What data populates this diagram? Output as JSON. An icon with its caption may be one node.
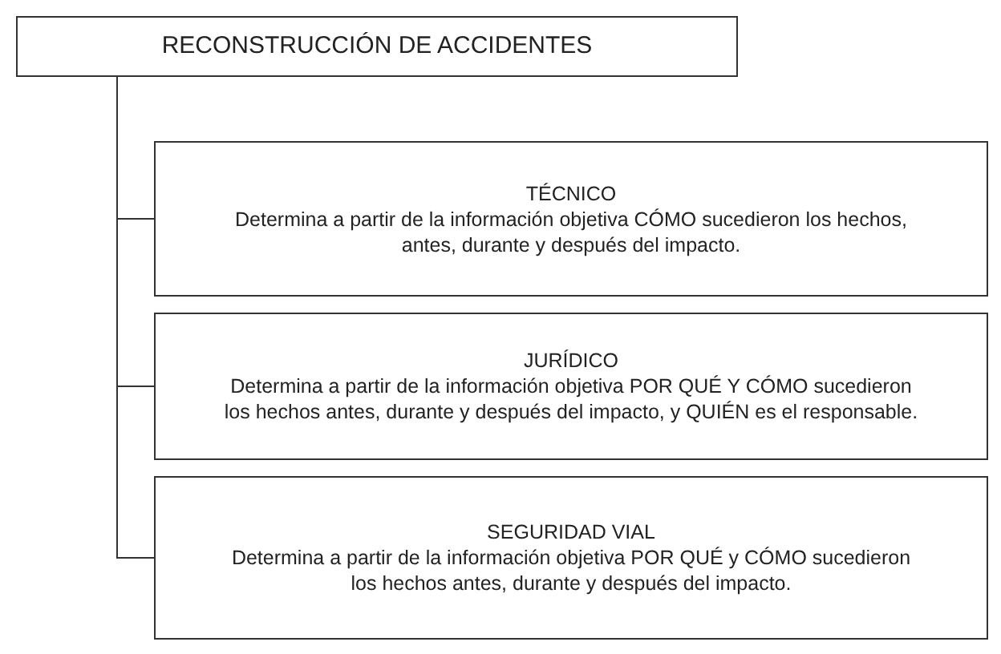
{
  "diagram": {
    "nodes": [
      {
        "text": [
          "RECONSTRUCCIÓN DE ACCIDENTES"
        ]
      },
      {
        "text": [
          "TÉCNICO",
          "Determina a partir de la información objetiva CÓMO sucedieron los hechos, antes, durante y después del impacto."
        ]
      },
      {
        "text": [
          "JURÍDICO",
          "Determina a partir de la información objetiva POR QUÉ Y CÓMO sucedieron los hechos antes, durante y después del impacto, y QUIÉN es el responsable."
        ]
      },
      {
        "text": [
          "SEGURIDAD VIAL",
          "Determina a partir de la información objetiva POR QUÉ y CÓMO sucedieron los hechos antes, durante y después del impacto."
        ]
      }
    ],
    "edges": [
      {
        "from": 0,
        "to": 1,
        "arrow": "none"
      },
      {
        "from": 0,
        "to": 2,
        "arrow": "none"
      },
      {
        "from": 0,
        "to": 3,
        "arrow": "none"
      }
    ]
  }
}
